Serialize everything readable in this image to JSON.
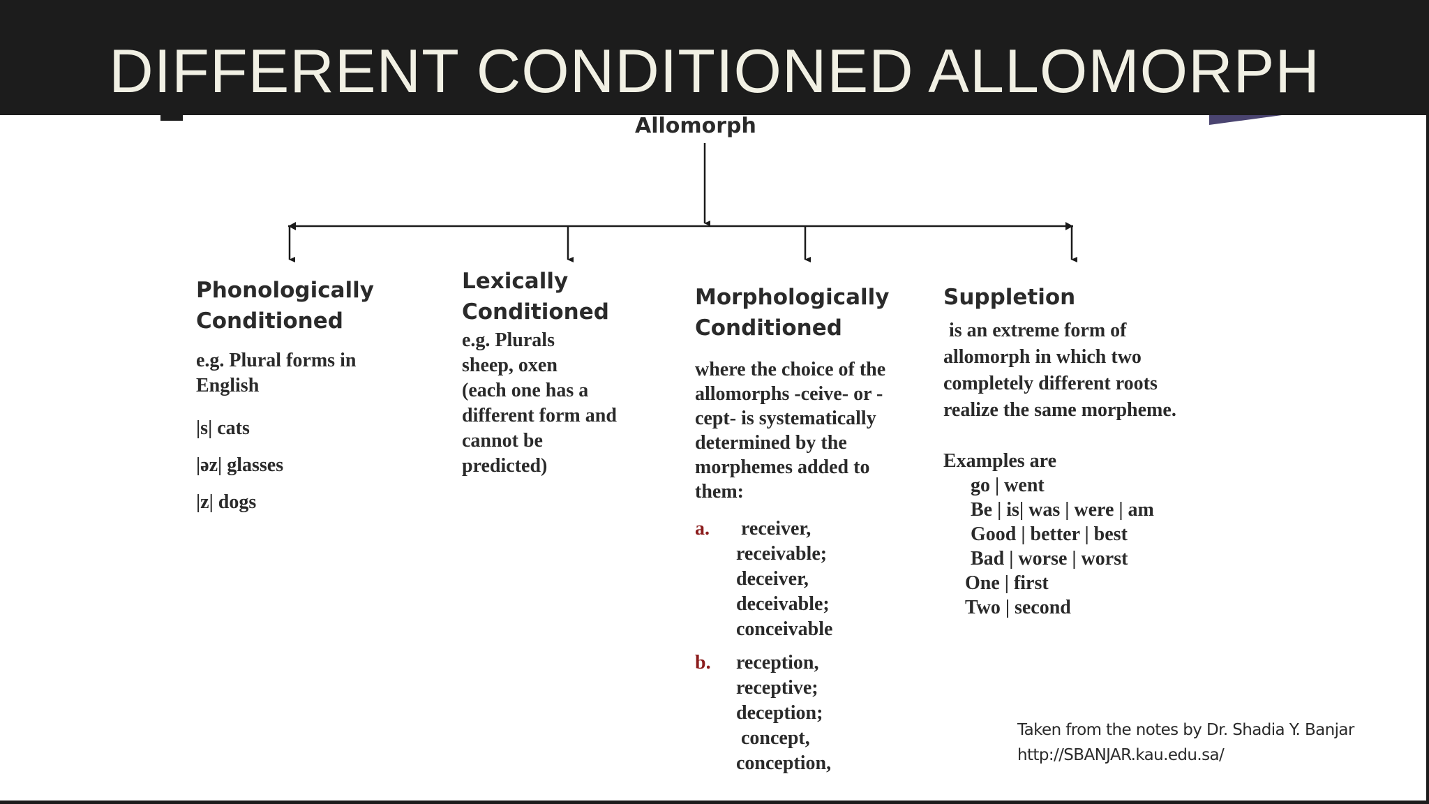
{
  "slide": {
    "title": "DIFFERENT CONDITIONED ALLOMORPH"
  },
  "diagram": {
    "root": "Allomorph",
    "branches": {
      "phonological": {
        "heading_1": "Phonologically",
        "heading_2": "Conditioned",
        "example_1": "e.g. Plural forms in",
        "example_2": "English",
        "forms": [
          "|s| cats",
          "|əz| glasses",
          "|z| dogs"
        ]
      },
      "lexical": {
        "heading_1": "Lexically",
        "heading_2": "Conditioned",
        "lines": [
          "e.g. Plurals",
          "sheep, oxen",
          "(each one has a",
          "different form and",
          "cannot be",
          "predicted)"
        ]
      },
      "morphological": {
        "heading_1": "Morphologically",
        "heading_2": "Conditioned",
        "lines": [
          "where the choice of the",
          "allomorphs  -ceive- or  -",
          "cept- is systematically",
          "determined by the",
          "morphemes added to",
          "them:"
        ],
        "marker_a": "a.",
        "list_a": [
          "receiver,",
          "receivable;",
          "deceiver,",
          "deceivable;",
          "conceivable"
        ],
        "marker_b": "b.",
        "list_b": [
          "reception,",
          "receptive;",
          "deception;",
          "concept,",
          "conception,"
        ]
      },
      "suppletion": {
        "heading": "Suppletion",
        "lines": [
          "is an extreme form of",
          "allomorph in which two",
          "completely different roots",
          "realize the same morpheme."
        ],
        "examples_label": "Examples are",
        "examples": [
          "go | went",
          "Be | is| was | were | am",
          "Good | better | best",
          "Bad | worse | worst",
          "One | first",
          "Two | second"
        ]
      }
    }
  },
  "credit": {
    "line_1": "Taken from the notes by Dr. Shadia Y. Banjar",
    "line_2": "http://SBANJAR.kau.edu.sa/"
  }
}
